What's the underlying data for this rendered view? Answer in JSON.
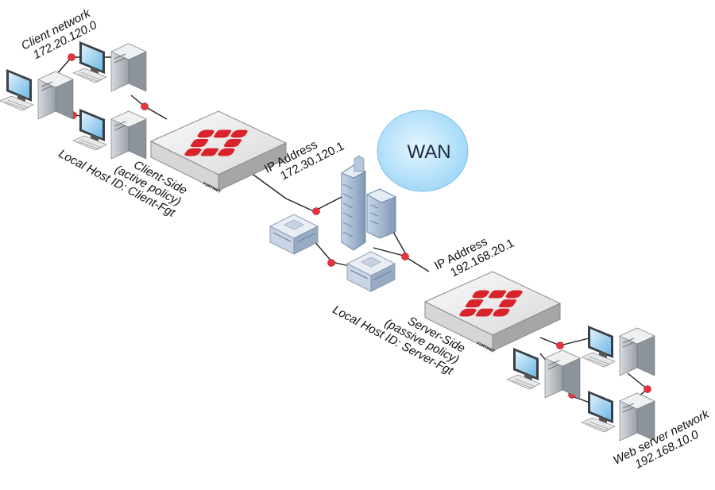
{
  "client_network": {
    "name": "Client network",
    "subnet": "172.20.120.0"
  },
  "client_fgt": {
    "role": "Client-Side",
    "policy": "(active policy)",
    "host_id": "Local Host ID: Client-Fgt",
    "ip_label": "IP Address",
    "ip": "172.30.120.1",
    "brand": "FURTINET"
  },
  "wan": {
    "label": "WAN"
  },
  "server_fgt": {
    "role": "Server-Side",
    "policy": "(passive policy)",
    "host_id": "Local Host ID: Server-Fgt",
    "ip_label": "IP Address",
    "ip": "192.168.20.1",
    "brand": "FURTINET"
  },
  "server_network": {
    "name": "Web server network",
    "subnet": "192.168.10.0"
  },
  "colors": {
    "link_dot": "#e8323c",
    "fortinet_red": "#d8232a",
    "wan_fill": "#aee0fb",
    "building": "#a9bfd8"
  },
  "icons": [
    "workstation-icon",
    "firewall-icon",
    "router-icon",
    "building-icon",
    "cloud-icon"
  ]
}
